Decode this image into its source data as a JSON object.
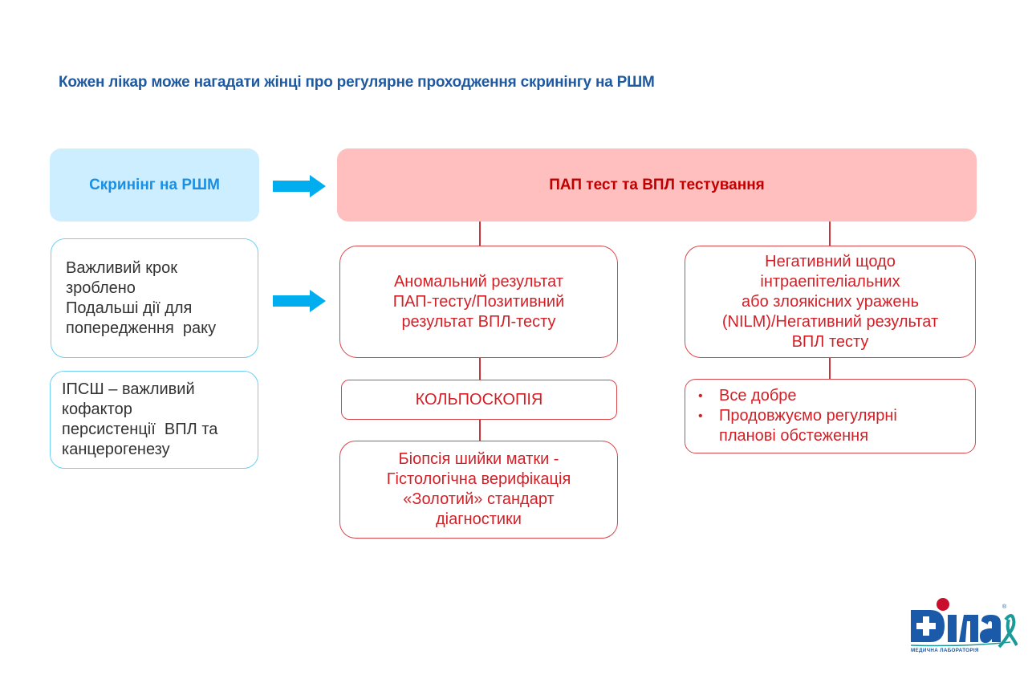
{
  "title": "Кожен лікар може нагадати жінці про регулярне проходження скринінгу на РШМ",
  "colors": {
    "title": "#1f5aa0",
    "screening_bg": "#cdeefe",
    "screening_text": "#1a8fe3",
    "main_bg": "#ffbfbf",
    "main_text": "#c00000",
    "red_outline": "#d9464a",
    "red_text": "#d32027",
    "blue_outline": "#6dcff6",
    "arrow": "#00aeef"
  },
  "left_column": {
    "screening": "Скринінг на РШМ",
    "step_lines": [
      "Важливий крок",
      "зроблено",
      "Подальші дії для",
      "попередження  раку"
    ],
    "ipssh_lines": [
      "ІПСШ – важливий",
      "кофактор",
      "персистенції  ВПЛ та",
      "канцерогенезу"
    ]
  },
  "main": {
    "header": "ПАП тест та ВПЛ тестування",
    "abnormal_lines": [
      "Аномальний результат",
      "ПАП-тесту/Позитивний",
      "результат ВПЛ-тесту"
    ],
    "colposcopy": "КОЛЬПОСКОПІЯ",
    "biopsy_lines": [
      "Біопсія шийки матки -",
      "Гістологічна верифікація",
      "«Золотий» стандарт",
      "діагностики"
    ],
    "negative_lines": [
      "Негативний щодо",
      "інтраепітеліальних",
      "або злоякісних уражень",
      "(NILM)/Негативний результат",
      "ВПЛ тесту"
    ],
    "ok_bullets": [
      {
        "bullet": "•",
        "lines": [
          "Все добре"
        ]
      },
      {
        "bullet": "•",
        "lines": [
          "Продовжуємо регулярні",
          "планові обстеження"
        ]
      }
    ]
  },
  "icons": {
    "arrow_right": "arrow-right-icon",
    "logo": "dila-logo"
  },
  "logo": {
    "brand": "Діла",
    "subtitle": "МЕДИЧНА ЛАБОРАТОРІЯ",
    "registered": "®"
  }
}
